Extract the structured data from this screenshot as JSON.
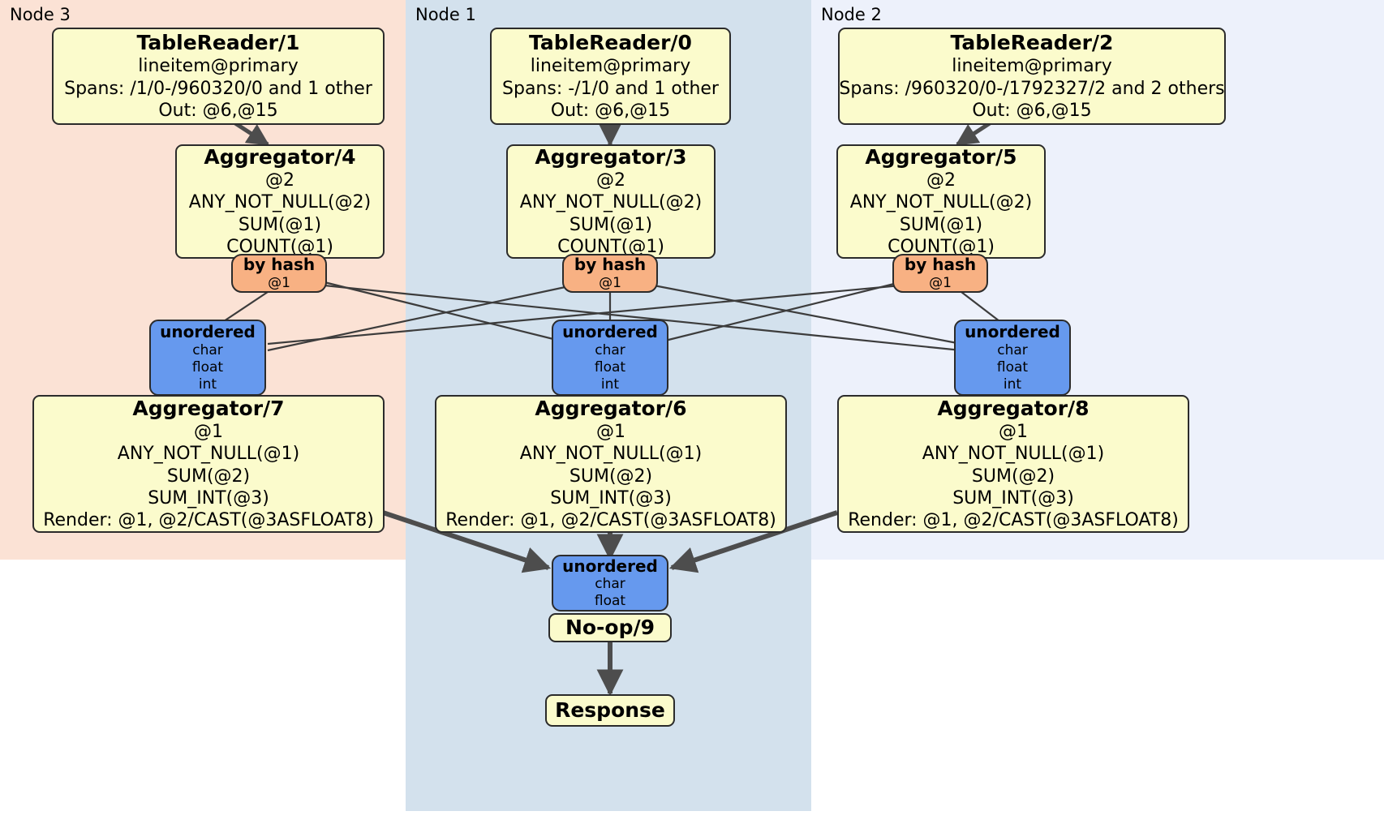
{
  "diagram": {
    "title": "Distributed query execution plan",
    "colors": {
      "node3_panel": "#fbe2d5",
      "node1_panel": "#d3e1ed",
      "node2_panel": "#edf1fb",
      "processor_fill": "#fbfbcc",
      "router_fill": "#f8b183",
      "synchronizer_fill": "#6699ee",
      "stroke": "#2b2b2b",
      "edge": "#4d4d4d"
    }
  },
  "panels": [
    {
      "id": "node3",
      "label": "Node 3"
    },
    {
      "id": "node1",
      "label": "Node 1"
    },
    {
      "id": "node2",
      "label": "Node 2"
    }
  ],
  "nodes": {
    "table_reader_1": {
      "title": "TableReader/1",
      "lines": [
        "lineitem@primary",
        "Spans: /1/0-/960320/0 and 1 other",
        "Out: @6,@15"
      ]
    },
    "table_reader_0": {
      "title": "TableReader/0",
      "lines": [
        "lineitem@primary",
        "Spans: -/1/0 and 1 other",
        "Out: @6,@15"
      ]
    },
    "table_reader_2": {
      "title": "TableReader/2",
      "lines": [
        "lineitem@primary",
        "Spans: /960320/0-/1792327/2 and 2 others",
        "Out: @6,@15"
      ]
    },
    "aggregator_4": {
      "title": "Aggregator/4",
      "lines": [
        "@2",
        "ANY_NOT_NULL(@2)",
        "SUM(@1)",
        "COUNT(@1)"
      ]
    },
    "aggregator_3": {
      "title": "Aggregator/3",
      "lines": [
        "@2",
        "ANY_NOT_NULL(@2)",
        "SUM(@1)",
        "COUNT(@1)"
      ]
    },
    "aggregator_5": {
      "title": "Aggregator/5",
      "lines": [
        "@2",
        "ANY_NOT_NULL(@2)",
        "SUM(@1)",
        "COUNT(@1)"
      ]
    },
    "router_left": {
      "title": "by hash",
      "lines": [
        "@1"
      ]
    },
    "router_middle": {
      "title": "by hash",
      "lines": [
        "@1"
      ]
    },
    "router_right": {
      "title": "by hash",
      "lines": [
        "@1"
      ]
    },
    "sync_left": {
      "title": "unordered",
      "lines": [
        "char",
        "float",
        "int"
      ]
    },
    "sync_middle": {
      "title": "unordered",
      "lines": [
        "char",
        "float",
        "int"
      ]
    },
    "sync_right": {
      "title": "unordered",
      "lines": [
        "char",
        "float",
        "int"
      ]
    },
    "aggregator_7": {
      "title": "Aggregator/7",
      "lines": [
        "@1",
        "ANY_NOT_NULL(@1)",
        "SUM(@2)",
        "SUM_INT(@3)",
        "Render: @1, @2/CAST(@3ASFLOAT8)"
      ]
    },
    "aggregator_6": {
      "title": "Aggregator/6",
      "lines": [
        "@1",
        "ANY_NOT_NULL(@1)",
        "SUM(@2)",
        "SUM_INT(@3)",
        "Render: @1, @2/CAST(@3ASFLOAT8)"
      ]
    },
    "aggregator_8": {
      "title": "Aggregator/8",
      "lines": [
        "@1",
        "ANY_NOT_NULL(@1)",
        "SUM(@2)",
        "SUM_INT(@3)",
        "Render: @1, @2/CAST(@3ASFLOAT8)"
      ]
    },
    "sync_final": {
      "title": "unordered",
      "lines": [
        "char",
        "float"
      ]
    },
    "noop_9": {
      "title": "No-op/9"
    },
    "response": {
      "title": "Response"
    }
  }
}
